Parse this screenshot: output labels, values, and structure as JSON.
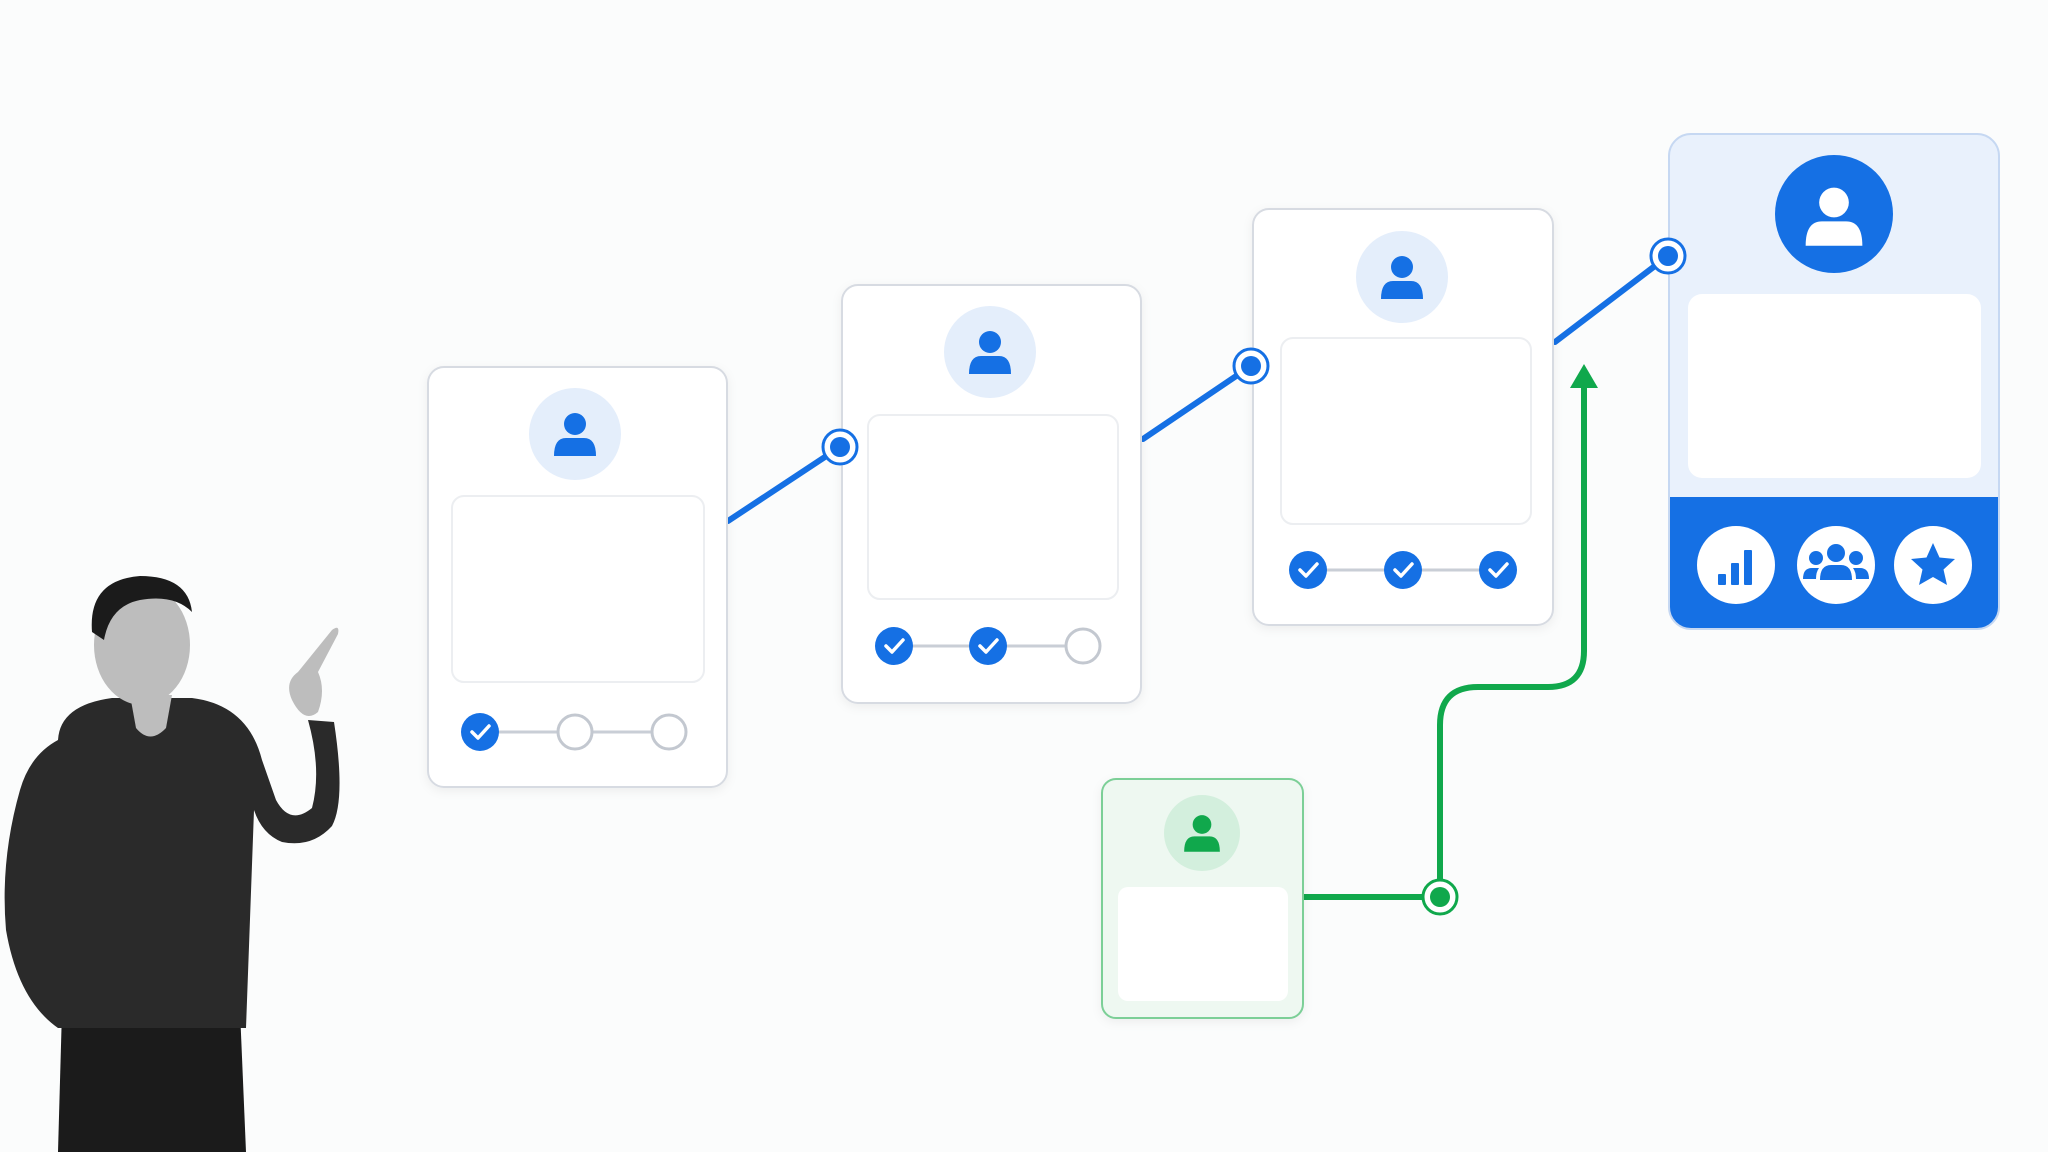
{
  "colors": {
    "background": "#fbfcfc",
    "card_border": "#d7dbe2",
    "card_fill": "#ffffff",
    "inner_panel_border": "#eceef1",
    "primary_blue": "#1570e4",
    "avatar_bg_blue": "#e4eefb",
    "highlight_card_fill": "#e9f1fc",
    "highlight_card_border": "#c6d8f2",
    "accent_green": "#10a84c",
    "green_card_fill": "#eef8f1",
    "green_card_border": "#7ccf97",
    "green_avatar_bg": "#d3efdd",
    "pending_ring": "#c3c8d0",
    "progress_track": "#c9ced6",
    "person_sweater": "#2a2a2a",
    "person_pants": "#1b1b1b",
    "person_skin": "#bdbdbd"
  },
  "stages": [
    {
      "name": "stage-1",
      "icon": "user-icon",
      "progress": [
        true,
        false,
        false
      ]
    },
    {
      "name": "stage-2",
      "icon": "user-icon",
      "progress": [
        true,
        true,
        false
      ]
    },
    {
      "name": "stage-3",
      "icon": "user-icon",
      "progress": [
        true,
        true,
        true
      ]
    }
  ],
  "final_stage": {
    "icon": "user-icon",
    "actions": [
      "bar-chart-icon",
      "team-icon",
      "star-icon"
    ]
  },
  "side_entry": {
    "icon": "user-icon",
    "arrow": "arrow-up-icon"
  },
  "presenter": {
    "pose": "pointing-up-right"
  }
}
